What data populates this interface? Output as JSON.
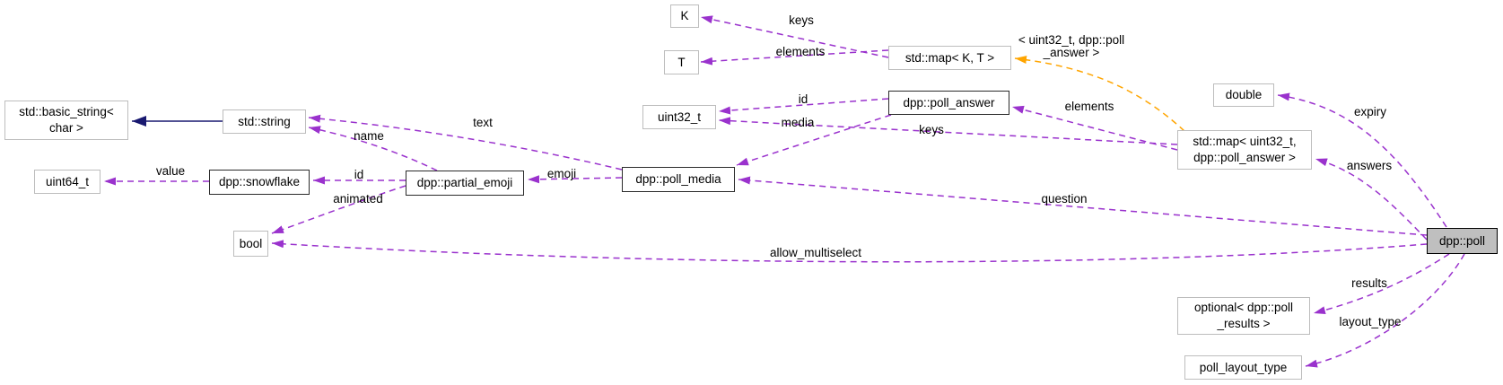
{
  "diagram": {
    "kind": "collaboration-graph",
    "colors": {
      "edge": "#9a32cd",
      "template_edge": "#ffa500",
      "inheritance_edge": "#191970",
      "node_border": "#bdbdbd",
      "class_border": "#2b2b2b",
      "focus_fill": "#bfbfbf"
    },
    "nodes": {
      "k": {
        "label": "K"
      },
      "t": {
        "label": "T"
      },
      "map_kt": {
        "label": "std::map< K, T >"
      },
      "basic_string": {
        "label": "std::basic_string<\nchar >"
      },
      "std_string": {
        "label": "std::string"
      },
      "uint32": {
        "label": "uint32_t"
      },
      "poll_answer": {
        "label": "dpp::poll_answer"
      },
      "double": {
        "label": "double"
      },
      "map_u32": {
        "label": "std::map< uint32_t,\ndpp::poll_answer >"
      },
      "uint64": {
        "label": "uint64_t"
      },
      "snowflake": {
        "label": "dpp::snowflake"
      },
      "partial_emoji": {
        "label": "dpp::partial_emoji"
      },
      "poll_media": {
        "label": "dpp::poll_media"
      },
      "bool": {
        "label": "bool"
      },
      "poll": {
        "label": "dpp::poll"
      },
      "optional_results": {
        "label": "optional< dpp::poll\n_results >"
      },
      "poll_layout_type": {
        "label": "poll_layout_type"
      }
    },
    "edge_labels": {
      "keys_top": "keys",
      "elements_top": "elements",
      "template_args": "< uint32_t, dpp::poll\n_answer >",
      "id_answer": "id",
      "media": "media",
      "keys_map": "keys",
      "elements_map": "elements",
      "expiry": "expiry",
      "text": "text",
      "name": "name",
      "answers": "answers",
      "value": "value",
      "id_emoji": "id",
      "emoji": "emoji",
      "animated": "animated",
      "question": "question",
      "allow_multiselect": "allow_multiselect",
      "results": "results",
      "layout_type": "layout_type"
    }
  }
}
